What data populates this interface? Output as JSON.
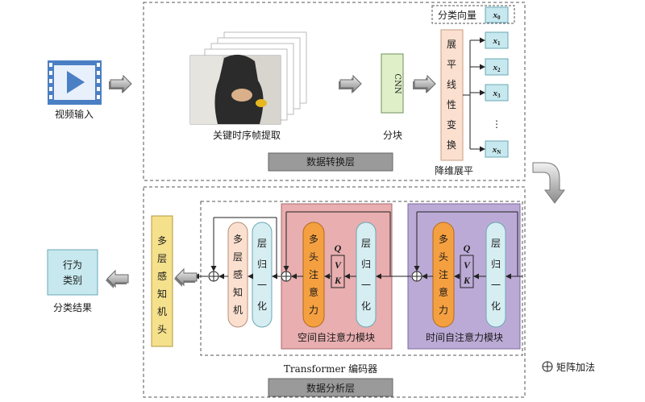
{
  "video_input": {
    "label": "视频输入"
  },
  "data_layer": {
    "title": "数据转换层",
    "keyframe_label": "关键时序帧提取",
    "cnn_label": "CNN",
    "patch_label": "分块",
    "flatten_box": [
      "展",
      "平",
      "线",
      "性",
      "变",
      "换"
    ],
    "flatten_label": "降维展平",
    "class_vector_label": "分类向量",
    "class_vector_symbol": "x",
    "class_vector_index": "0",
    "patch_vectors": [
      {
        "symbol": "x",
        "index": "1"
      },
      {
        "symbol": "x",
        "index": "2"
      },
      {
        "symbol": "x",
        "index": "3"
      },
      {
        "symbol": "x",
        "index": "N"
      }
    ],
    "ellipsis": "⋮"
  },
  "analysis_layer": {
    "title": "数据分析层",
    "encoder_label": "Transformer 编码器",
    "mlp_head": [
      "多",
      "层",
      "感",
      "知",
      "机",
      "头"
    ],
    "mlp": [
      "多",
      "层",
      "感",
      "知",
      "机"
    ],
    "norm": [
      "层",
      "归",
      "一",
      "化"
    ],
    "attention": [
      "多",
      "头",
      "注",
      "意",
      "力"
    ],
    "q": "Q",
    "k": "K",
    "v": "V",
    "spatial_label": "空间自注意力模块",
    "temporal_label": "时间自注意力模块",
    "result_box": [
      "行为",
      "类别"
    ],
    "result_label": "分类结果",
    "legend_symbol": "⊕",
    "legend_label": "矩阵加法"
  },
  "colors": {
    "video_icon": "#4a7fc4",
    "cnn": "#dff0c8",
    "flatten": "#fbe0d0",
    "vector": "#c6e8ee",
    "title_bar": "#9a9a9a",
    "mlp_head": "#f5e08c",
    "mlp": "#fbe0d0",
    "norm": "#d6eef2",
    "attention": "#f5a040",
    "spatial_bg": "#e8aeb0",
    "temporal_bg": "#bcaad6",
    "result": "#c6e8ee"
  }
}
